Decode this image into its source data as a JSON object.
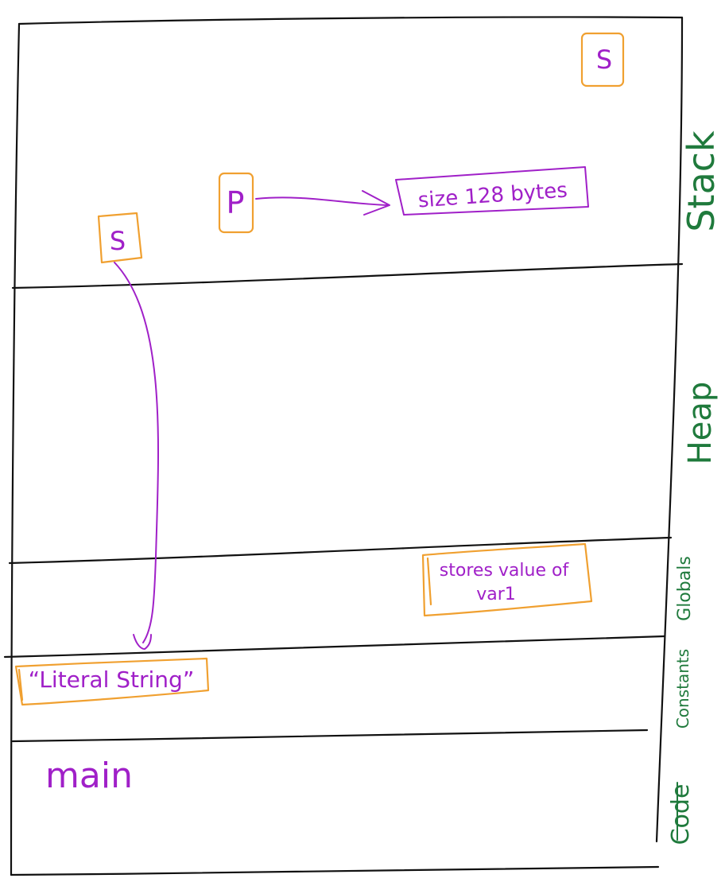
{
  "colors": {
    "outline": "#111111",
    "box": "#f0a030",
    "annotation": "#a020c8",
    "section_label": "#1f7a3c"
  },
  "sections": {
    "stack": "Stack",
    "heap": "Heap",
    "globals": "Globals",
    "constants": "Constants",
    "code": "Code"
  },
  "stack": {
    "var_s_top": "S",
    "var_p": "P",
    "var_s": "S",
    "heap_block": "size 128 bytes"
  },
  "globals": {
    "note_line1": "stores value of",
    "note_line2": "var1"
  },
  "constants": {
    "literal": "“Literal String”"
  },
  "code": {
    "main": "main"
  }
}
